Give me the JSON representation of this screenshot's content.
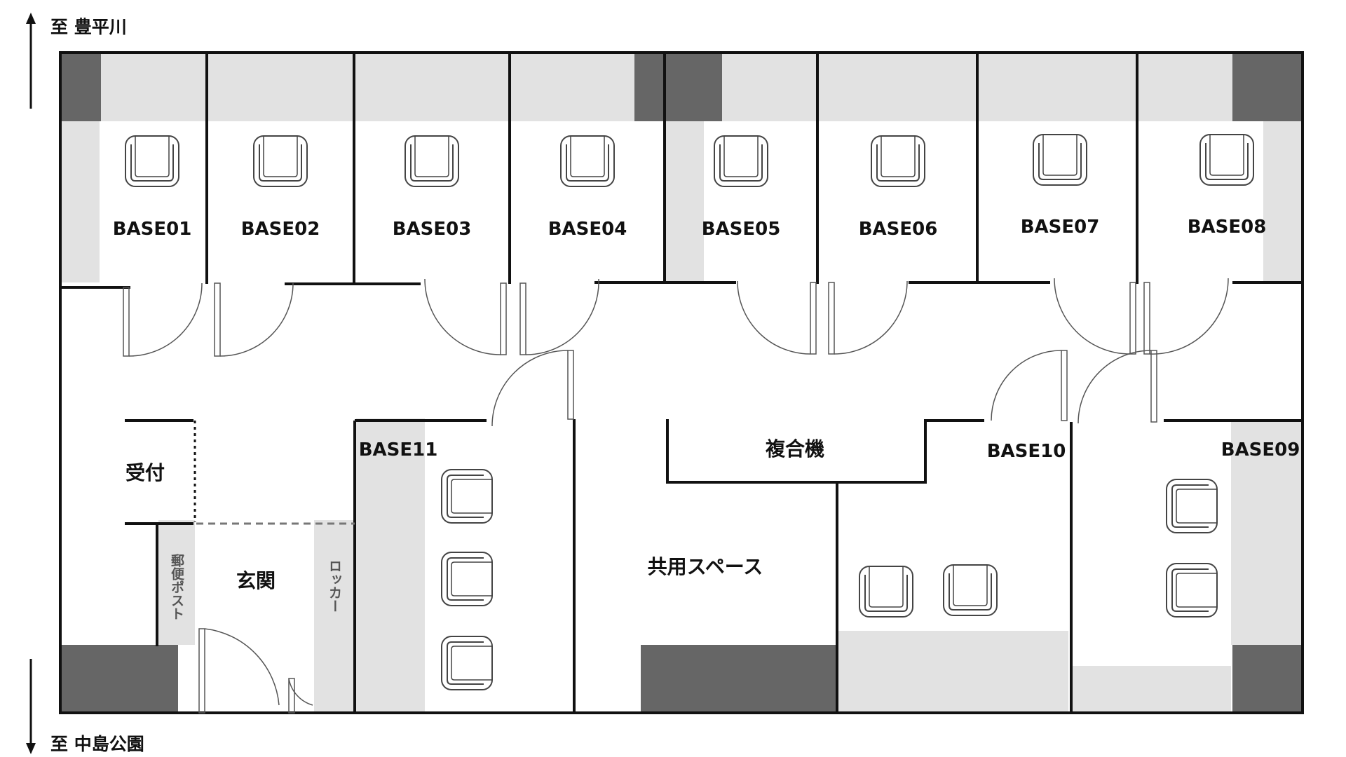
{
  "directions": {
    "north": "至 豊平川",
    "south": "至 中島公園"
  },
  "rooms": {
    "base01": "BASE01",
    "base02": "BASE02",
    "base03": "BASE03",
    "base04": "BASE04",
    "base05": "BASE05",
    "base06": "BASE06",
    "base07": "BASE07",
    "base08": "BASE08",
    "base09": "BASE09",
    "base10": "BASE10",
    "base11": "BASE11"
  },
  "areas": {
    "reception": "受付",
    "entrance": "玄関",
    "copier": "複合機",
    "shared_space": "共用スペース",
    "mailbox": "郵便ポスト",
    "locker": "ロッカー"
  },
  "colors": {
    "wall": "#111111",
    "column": "#666666",
    "zone": "#e2e2e2",
    "dashed": "#777777"
  },
  "icons": {
    "chair": "chair-icon",
    "door": "door-swing-icon",
    "arrow_up": "arrow-up-icon",
    "arrow_down": "arrow-down-icon"
  }
}
